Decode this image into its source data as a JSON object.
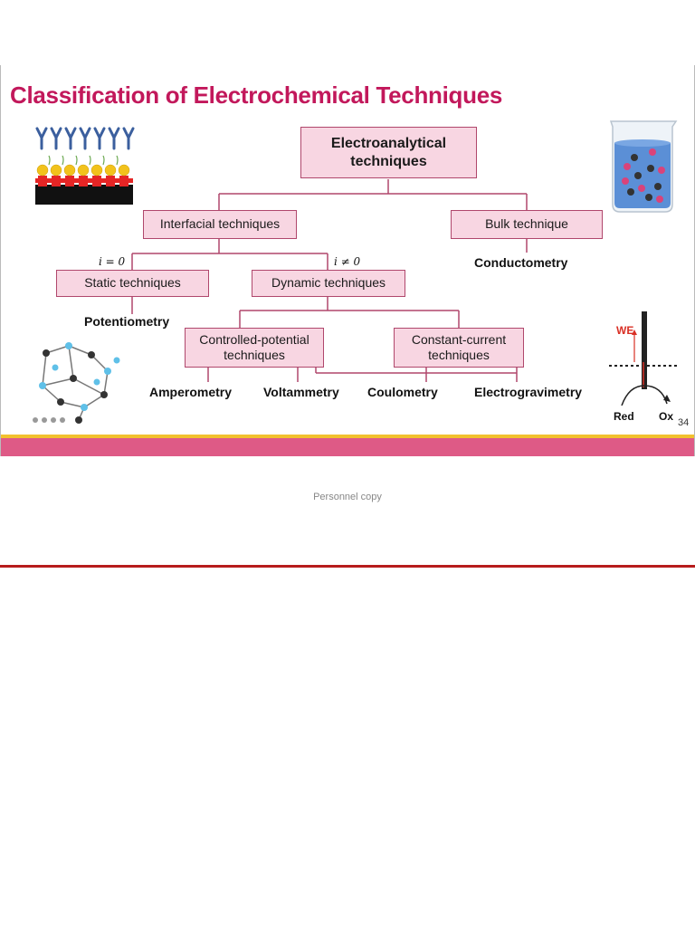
{
  "slide": {
    "title": "Classification of Electrochemical Techniques",
    "page_number": "34"
  },
  "diagram": {
    "root": "Electroanalytical\ntechniques",
    "interfacial": "Interfacial techniques",
    "bulk": "Bulk technique",
    "static": "Static techniques",
    "dynamic": "Dynamic techniques",
    "controlled_potential": "Controlled-potential\ntechniques",
    "constant_current": "Constant-current\ntechniques",
    "cond_static": "i = 0",
    "cond_dynamic": "i ≠ 0",
    "leaves": {
      "conductometry": "Conductometry",
      "potentiometry": "Potentiometry",
      "amperometry": "Amperometry",
      "voltammetry": "Voltammetry",
      "coulometry": "Coulometry",
      "electrogravimetry": "Electrogravimetry"
    }
  },
  "electrode_figure": {
    "we_label": "WE",
    "red_label": "Red",
    "ox_label": "Ox"
  },
  "footer": {
    "text": "Personnel copy"
  },
  "colors": {
    "title": "#c2185b",
    "box_fill": "#f8d6e2",
    "box_border": "#b0476c",
    "band_yellow": "#f2c12e",
    "band_pink": "#de5a86",
    "footer_line": "#b71c1c"
  }
}
